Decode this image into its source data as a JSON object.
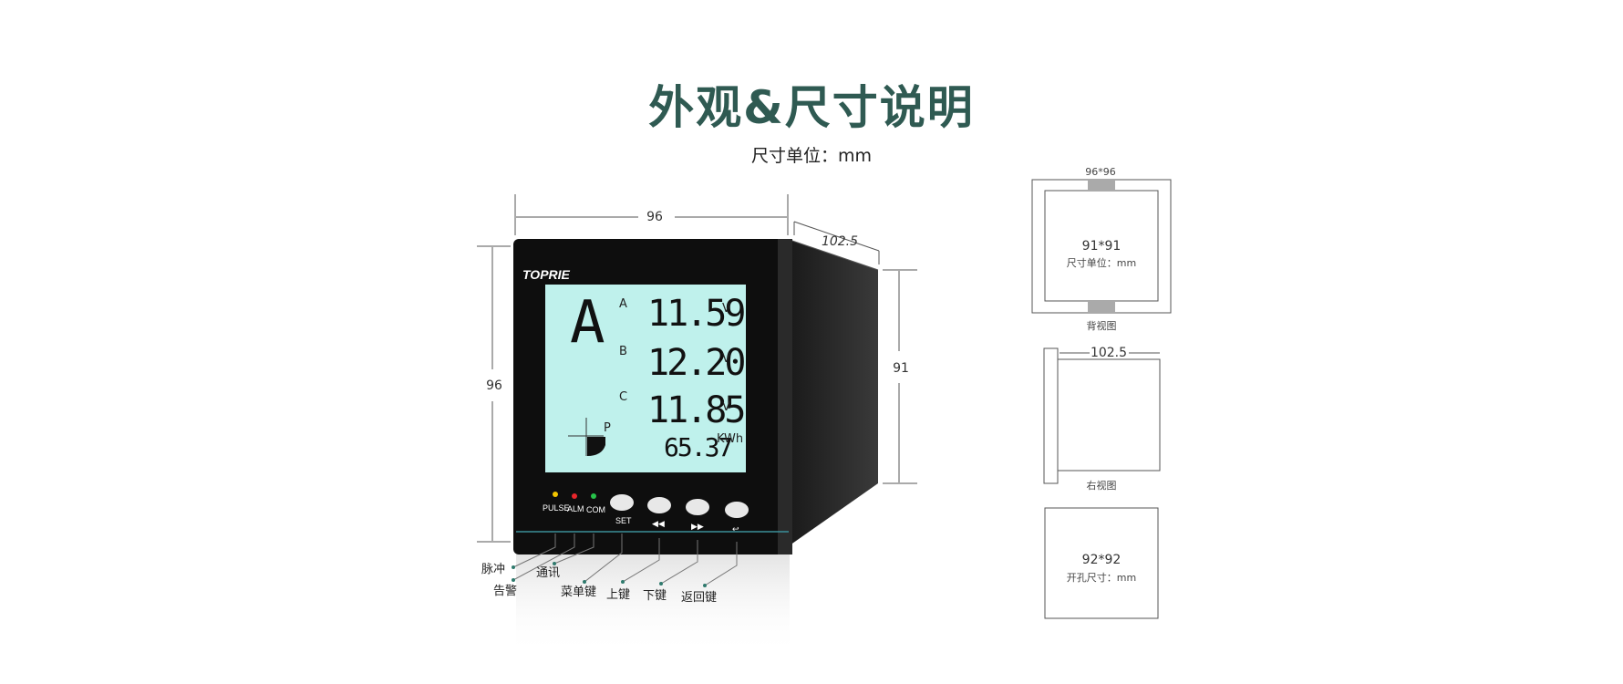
{
  "header": {
    "title": "外观&尺寸说明",
    "unit_note": "尺寸单位：mm"
  },
  "front_view": {
    "width_dim": "96",
    "height_dim": "96",
    "depth_dim": "102.5",
    "side_height_dim": "91",
    "brand": "TOPRIE",
    "lcd": {
      "phase_letter": "A",
      "rows": [
        {
          "label": "A",
          "value": "11.59",
          "unit": "V"
        },
        {
          "label": "B",
          "value": "12.20",
          "unit": "V"
        },
        {
          "label": "C",
          "value": "11.85",
          "unit": "V"
        }
      ],
      "energy_value": "65.37",
      "energy_unit": "KWh",
      "quadrant_label": "P"
    },
    "indicators": [
      {
        "label": "PULSE",
        "color": "#f2c500"
      },
      {
        "label": "ALM",
        "color": "#e8262b"
      },
      {
        "label": "COM",
        "color": "#27c24a"
      }
    ],
    "buttons": [
      "SET",
      "◀◀",
      "▶▶",
      "↩"
    ]
  },
  "callouts": {
    "pulse": "脉冲",
    "alarm": "告警",
    "comm": "通讯",
    "menu": "菜单键",
    "up": "上键",
    "down": "下键",
    "back": "返回键"
  },
  "back_view": {
    "outer_dim": "96*96",
    "inner_dim": "91*91",
    "unit_note": "尺寸单位：mm",
    "caption": "背视图"
  },
  "right_view": {
    "depth_dim": "102.5",
    "caption": "右视图"
  },
  "cutout": {
    "dim": "92*92",
    "note": "开孔尺寸：mm"
  },
  "colors": {
    "title": "#2f5a52",
    "lcd_bg": "#bff1ec",
    "panel": "#111111"
  }
}
